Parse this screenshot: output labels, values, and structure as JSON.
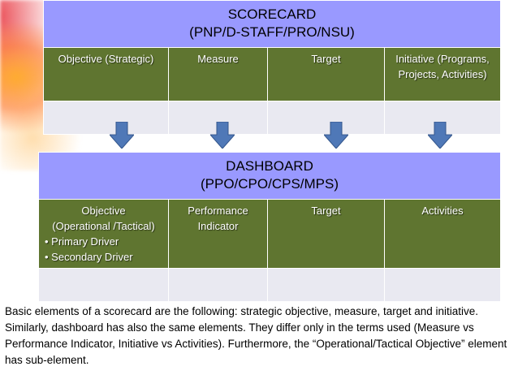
{
  "scorecard": {
    "title": "SCORECARD",
    "subtitle": "(PNP/D-STAFF/PRO/NSU)",
    "columns": [
      "Objective (Strategic)",
      "Measure",
      "Target",
      "Initiative (Programs, Projects, Activities)"
    ]
  },
  "dashboard": {
    "title": "DASHBOARD",
    "subtitle": "(PPO/CPO/CPS/MPS)",
    "columns": {
      "objective": "Objective",
      "objective_sub": "(Operational /Tactical)",
      "bullets": [
        "Primary Driver",
        "Secondary Driver"
      ],
      "performance": "Performance Indicator",
      "target": "Target",
      "activities": "Activities"
    }
  },
  "arrows": [
    "down-arrow",
    "down-arrow",
    "down-arrow",
    "down-arrow"
  ],
  "colors": {
    "title_band": "#9999ff",
    "header_band": "#5f7530",
    "empty_row": "#e9e9f1",
    "arrow": "#4f78b7"
  },
  "caption": "Basic elements of a scorecard are the following: strategic objective, measure, target and initiative. Similarly, dashboard has also the same elements. They differ only in the terms used (Measure vs Performance Indicator, Initiative vs Activities). Furthermore, the “Operational/Tactical Objective” element has sub-element."
}
